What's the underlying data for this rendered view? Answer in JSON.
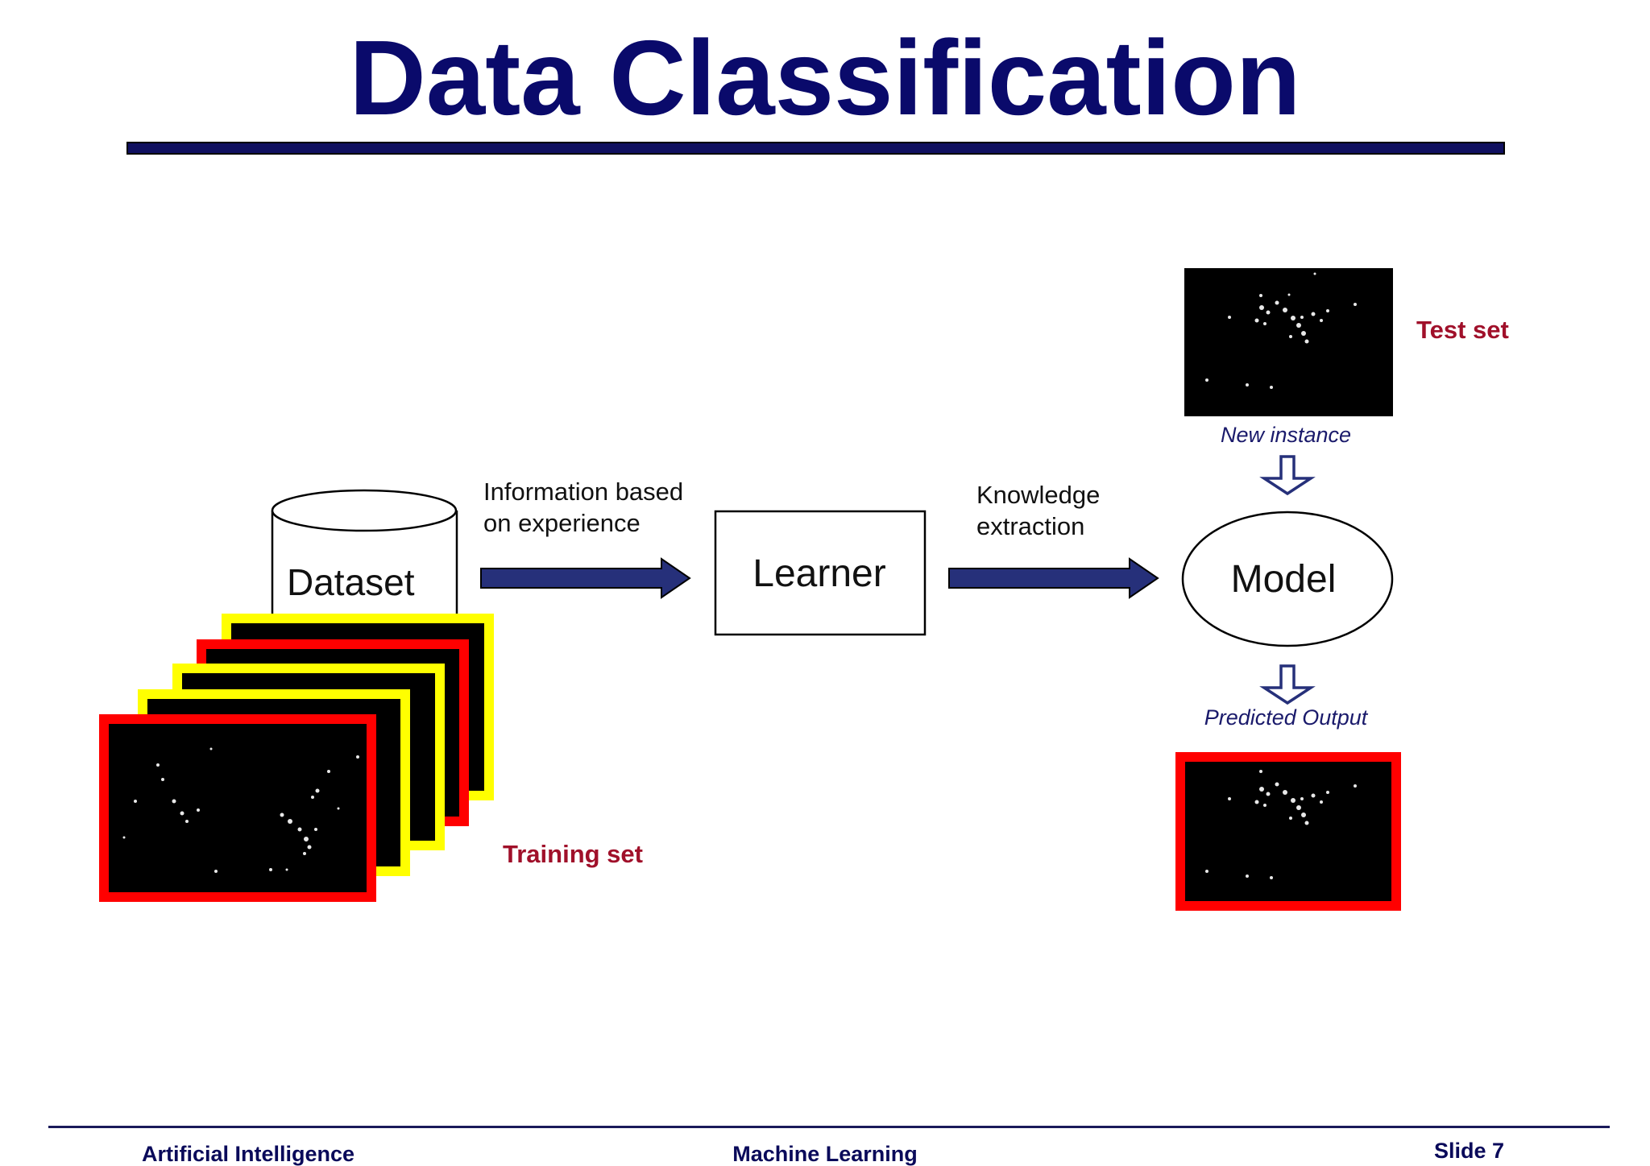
{
  "slide": {
    "title": "Data Classification",
    "footer_left": "Artificial Intelligence",
    "footer_center": "Machine Learning",
    "footer_right": "Slide 7"
  },
  "diagram": {
    "dataset_label": "Dataset",
    "info_line_1": "Information based",
    "info_line_2": "on experience",
    "learner_label": "Learner",
    "knowledge_line_1": "Knowledge",
    "knowledge_line_2": "extraction",
    "model_label": "Model",
    "test_set_label": "Test set",
    "new_instance_label": "New instance",
    "predicted_output_label": "Predicted Output",
    "training_set_label": "Training set"
  },
  "colors": {
    "title": "#0a0a6b",
    "arrow_fill": "#26307a",
    "set_label": "#a0102a",
    "frame_red": "#ff0000",
    "frame_yellow": "#ffff00",
    "image_black": "#000000"
  }
}
